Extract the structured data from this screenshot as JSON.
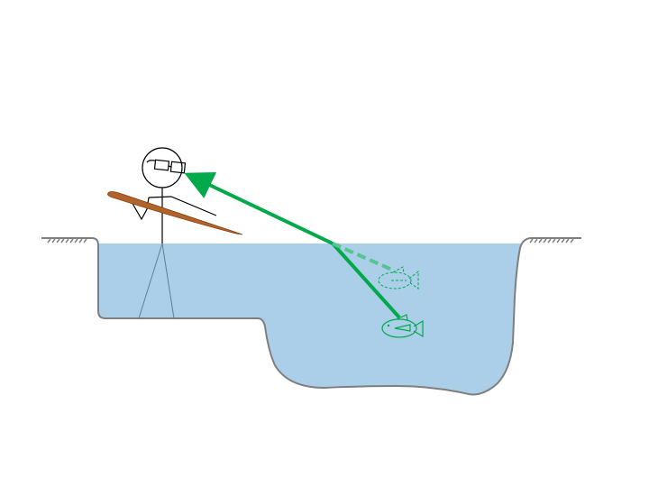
{
  "colors": {
    "water": "#abcfe8",
    "ground_outline": "#7f7f7f",
    "ray": "#00aa4a",
    "virtual_ray": "#55c490",
    "fish": "#00aa4a",
    "spear": "#b0642c",
    "spear_outline": "#8a3e10",
    "figure": "#000000",
    "legs_underwater": "#5f7f96"
  },
  "elements": {
    "real_fish": "fish-icon",
    "apparent_fish": "fish-icon-dashed",
    "observer": "stick-figure-with-glasses",
    "spear": "spear"
  }
}
